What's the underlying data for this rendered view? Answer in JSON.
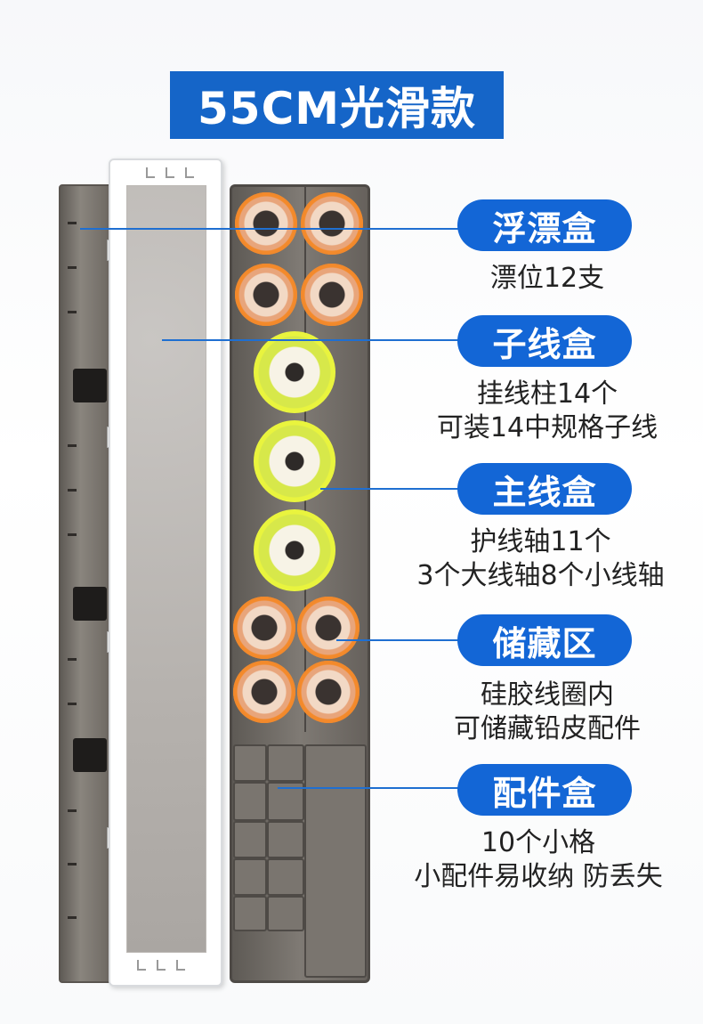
{
  "title": "55CM光滑款",
  "callouts": [
    {
      "label": "浮漂盒",
      "lines": [
        "漂位12支"
      ]
    },
    {
      "label": "子线盒",
      "lines": [
        "挂线柱14个",
        "可装14中规格子线"
      ]
    },
    {
      "label": "主线盒",
      "lines": [
        "护线轴11个",
        "3个大线轴8个小线轴"
      ]
    },
    {
      "label": "储藏区",
      "lines": [
        "硅胶线圈内",
        "可储藏铅皮配件"
      ]
    },
    {
      "label": "配件盒",
      "lines": [
        "10个小格",
        "小配件易收纳 防丢失"
      ]
    }
  ],
  "colors": {
    "banner": "#1565c8",
    "pill": "#1366d6",
    "leader": "#1f6fd1"
  }
}
